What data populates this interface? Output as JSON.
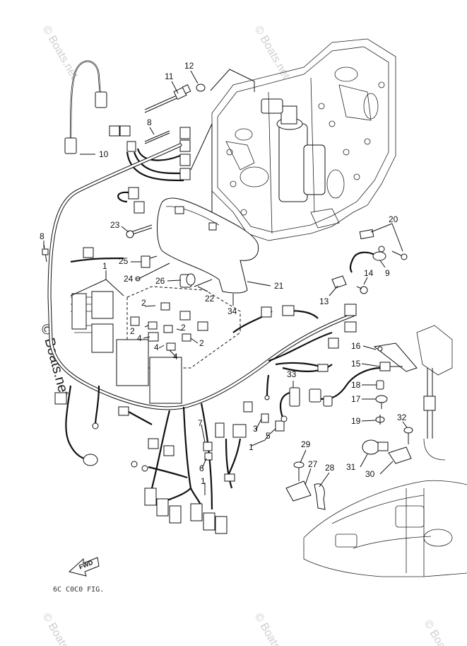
{
  "watermark": "© Boats.net",
  "callouts": {
    "c1a": "1",
    "c1b": "1",
    "c1c": "1",
    "c2a": "2",
    "c2b": "2",
    "c2c": "2",
    "c2d": "2",
    "c3": "3",
    "c4a": "4",
    "c4b": "4",
    "c4c": "4",
    "c5": "5",
    "c6": "6",
    "c7": "7",
    "c8a": "8",
    "c8b": "8",
    "c9": "9",
    "c10": "10",
    "c11": "11",
    "c12": "12",
    "c13": "13",
    "c14": "14",
    "c15": "15",
    "c16": "16",
    "c17": "17",
    "c18": "18",
    "c19": "19",
    "c20": "20",
    "c21": "21",
    "c22": "22",
    "c23": "23",
    "c24": "24",
    "c25": "25",
    "c26": "26",
    "c27": "27",
    "c28": "28",
    "c29": "29",
    "c30": "30",
    "c31": "31",
    "c32": "32",
    "c33": "33",
    "c34": "34"
  },
  "fwd_label": "FWD",
  "figure_code": "6C  C0C0  FIG."
}
